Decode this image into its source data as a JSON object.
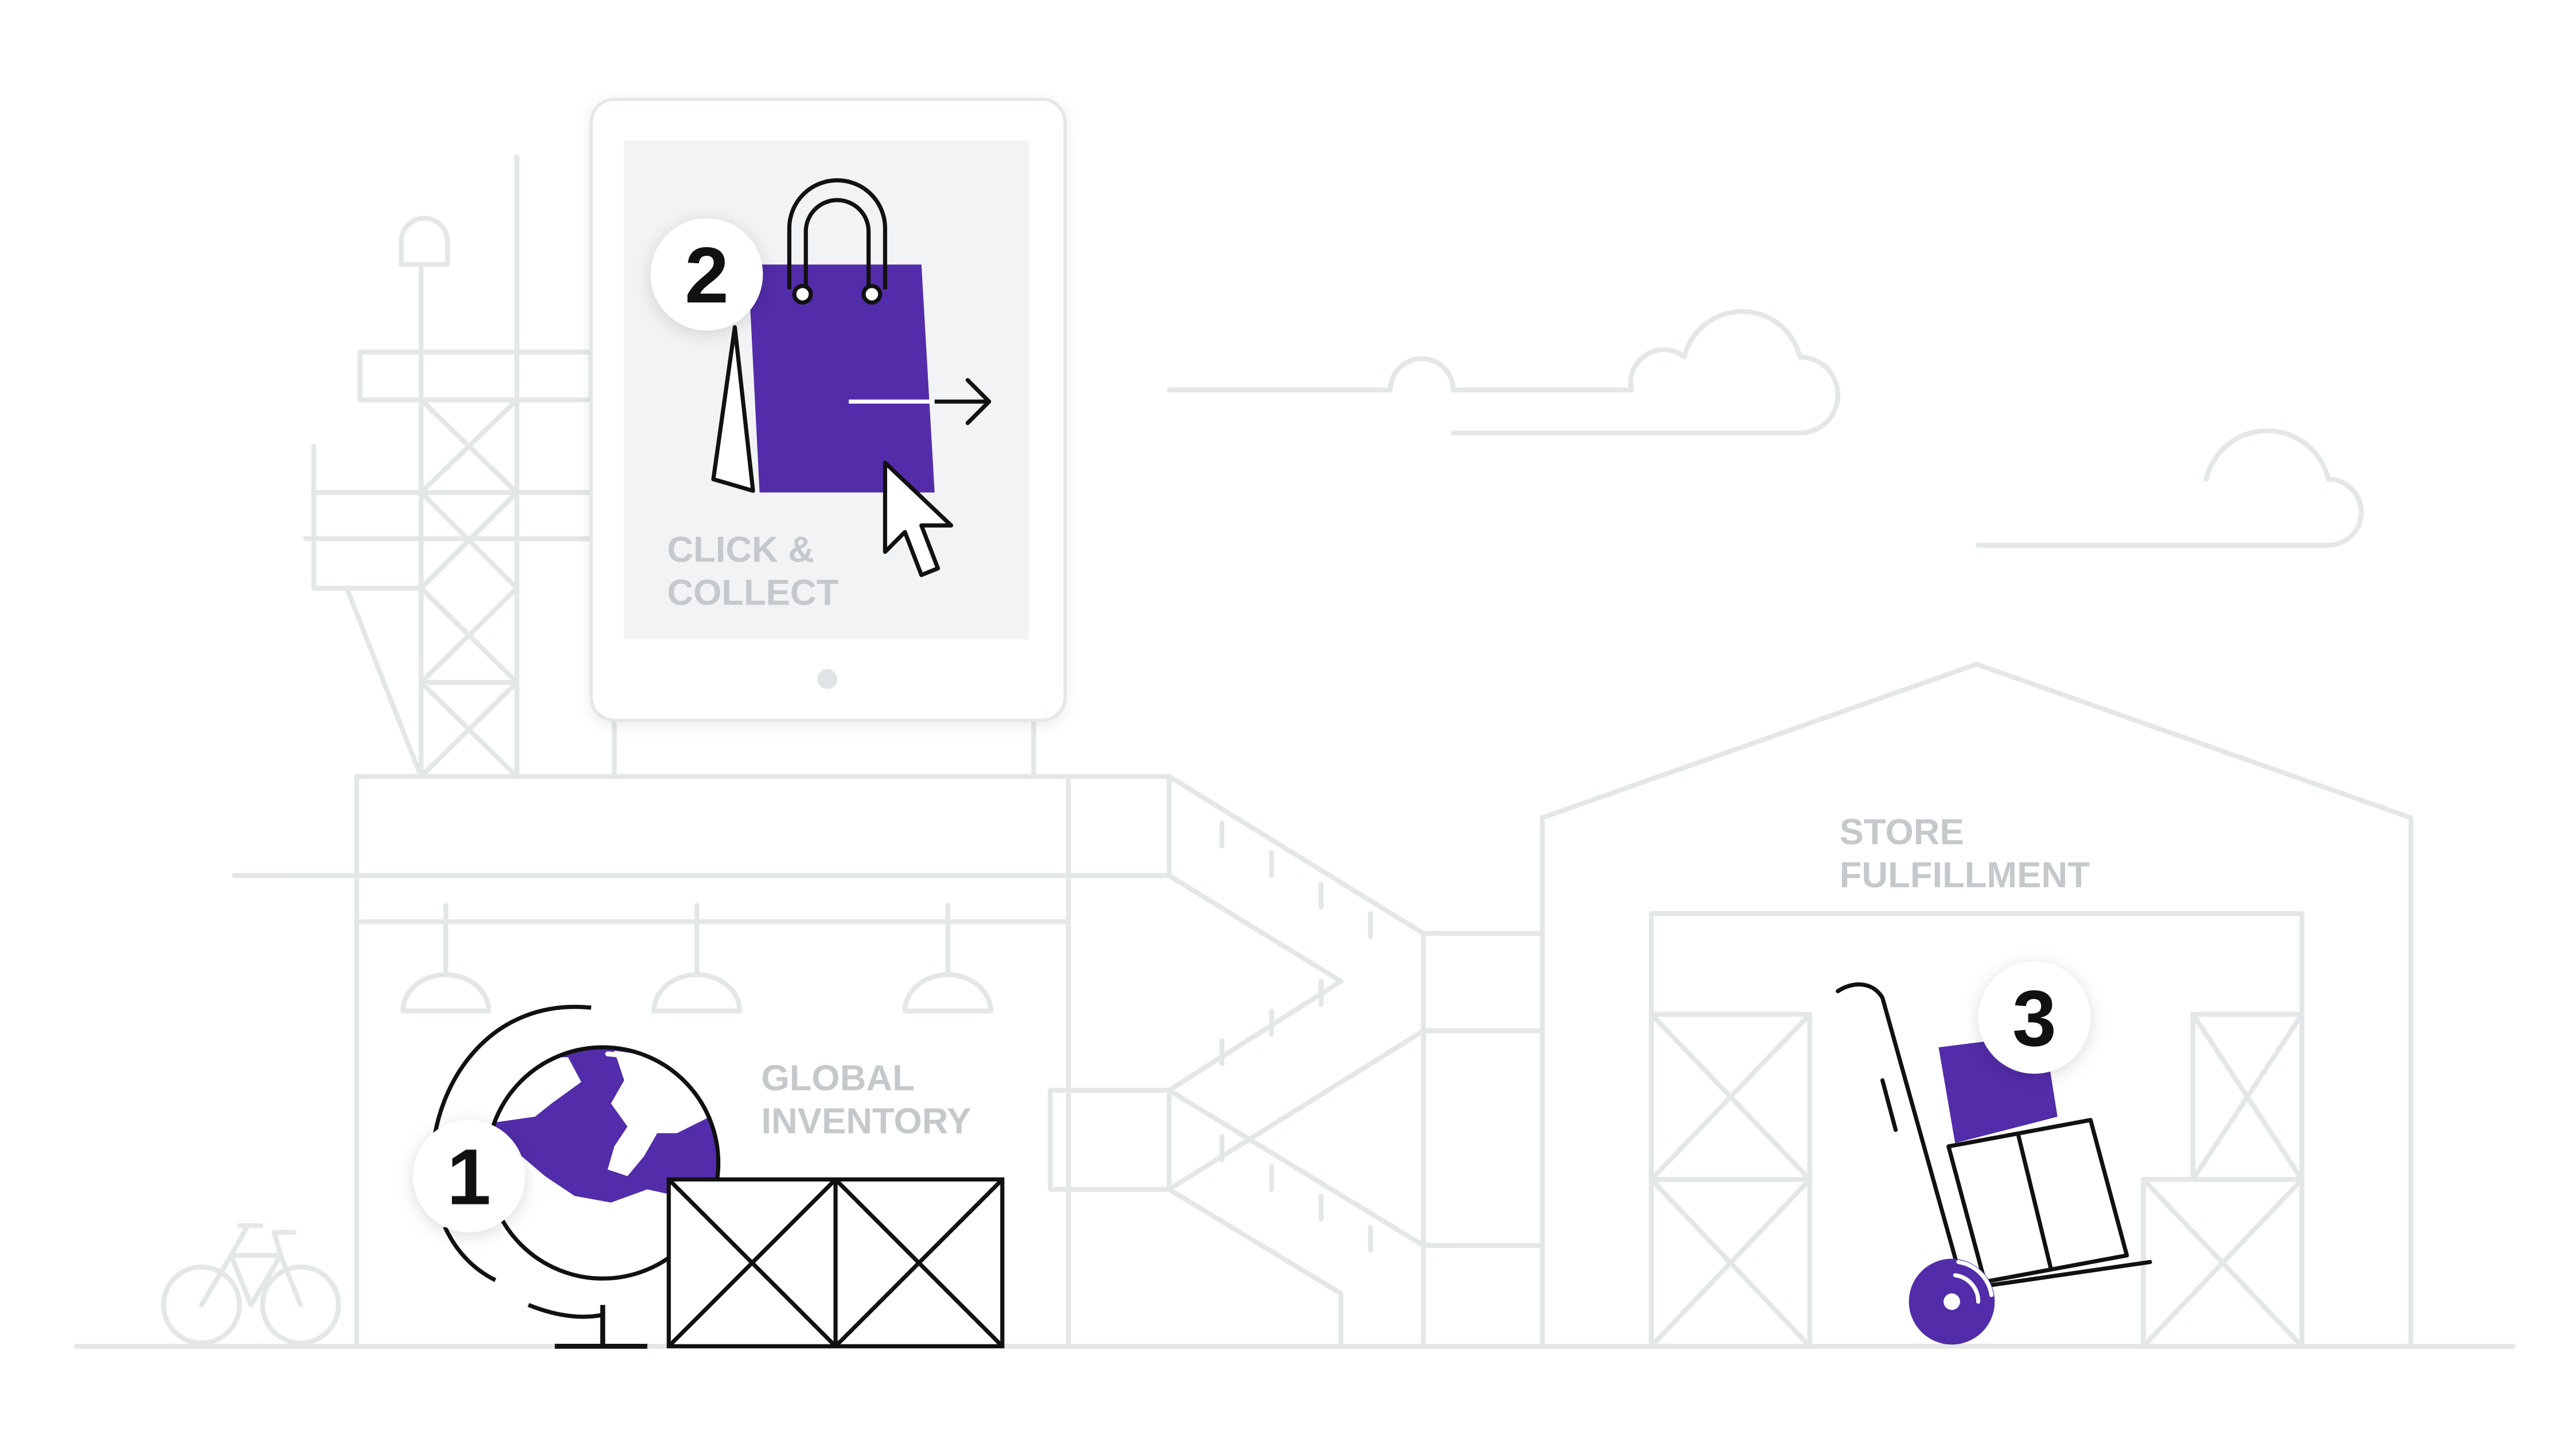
{
  "labels": {
    "click_collect_line1": "CLICK &",
    "click_collect_line2": "COLLECT",
    "global_inventory_line1": "GLOBAL",
    "global_inventory_line2": "INVENTORY",
    "store_fulfillment_line1": "STORE",
    "store_fulfillment_line2": "FULFILLMENT"
  },
  "steps": {
    "step1": "1",
    "step2": "2",
    "step3": "3"
  },
  "icons": {
    "globe": "globe-icon",
    "shopping_bag": "shopping-bag-icon",
    "cursor": "cursor-icon",
    "hand_truck": "hand-truck-icon",
    "crates": "crates-icon",
    "bicycle": "bicycle-icon"
  },
  "colors": {
    "accent": "#532ca9",
    "line_gray": "#e4e7e8",
    "label_gray": "#c5c9cc",
    "dark_line": "#111111",
    "tablet_screen": "#f1f3f4"
  }
}
